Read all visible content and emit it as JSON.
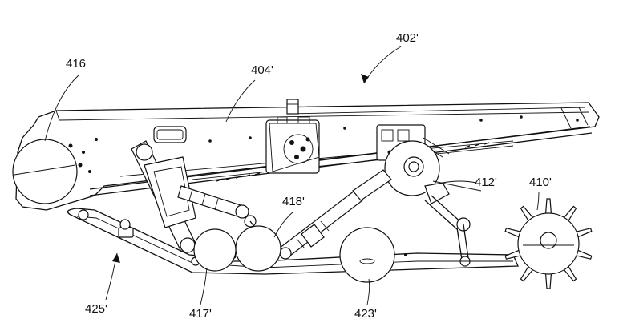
{
  "figure": {
    "labels": {
      "l402": "402'",
      "l404": "404'",
      "l416": "416",
      "l418": "418'",
      "l412": "412'",
      "l410": "410'",
      "l425": "425'",
      "l417": "417'",
      "l423": "423'"
    }
  }
}
